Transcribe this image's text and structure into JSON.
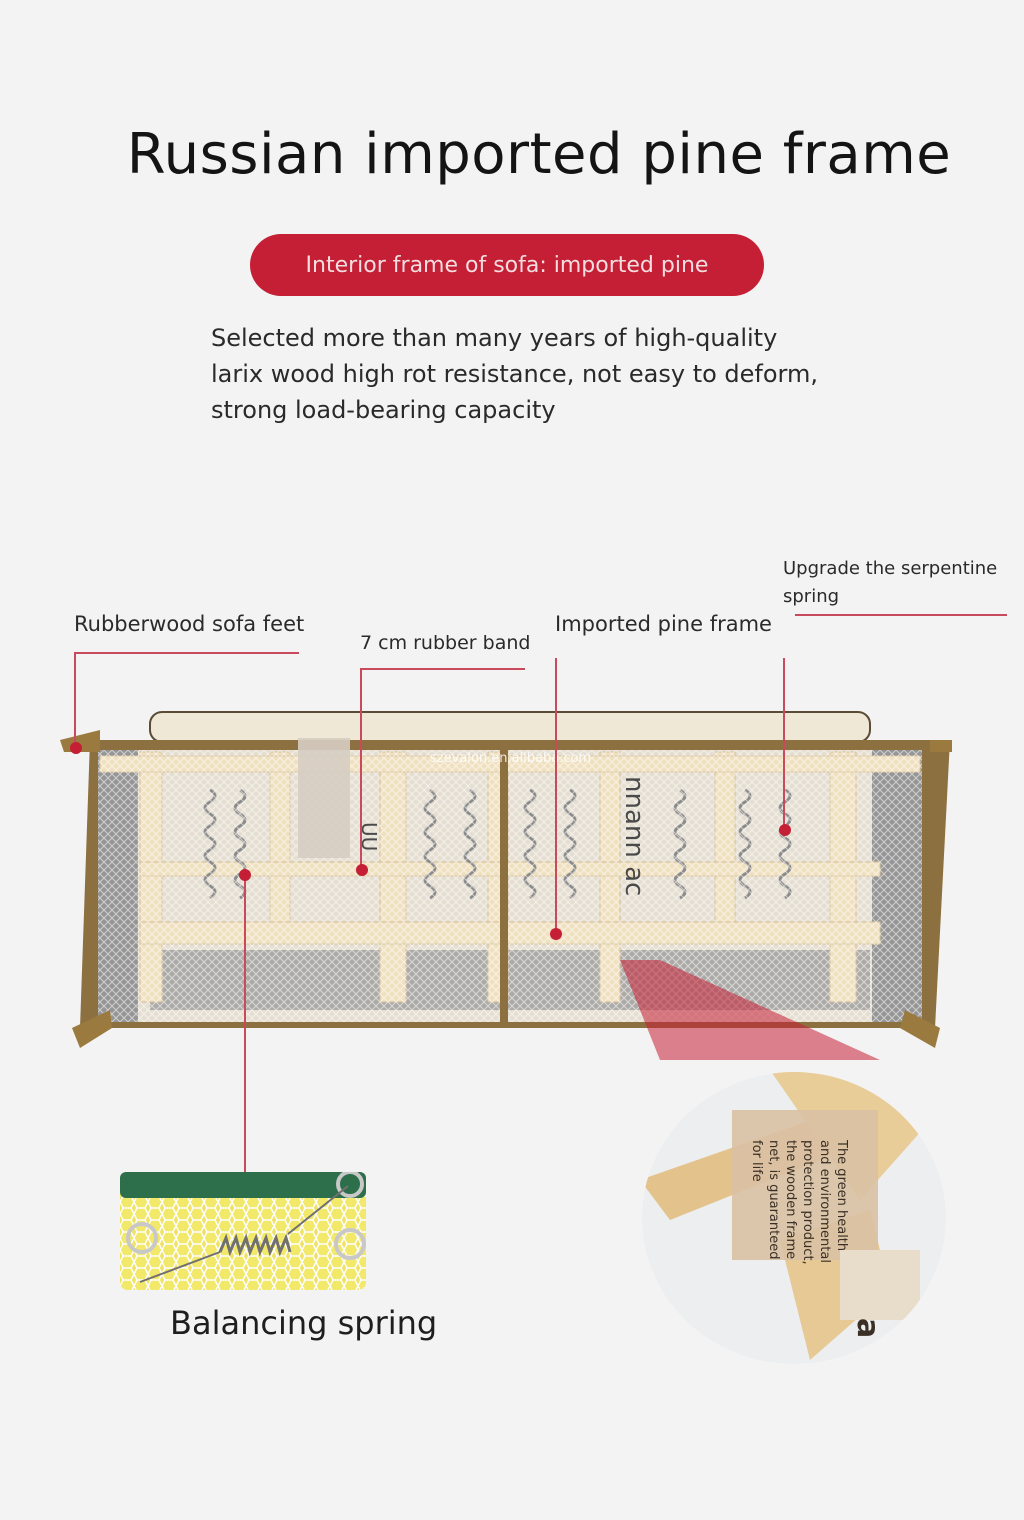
{
  "title": "Russian imported pine frame",
  "pill": "Interior frame of sofa: imported pine",
  "description": [
    "Selected more than many years of high-quality",
    "larix wood high rot resistance, not easy to deform,",
    "strong load-bearing capacity"
  ],
  "callouts": {
    "feet": "Rubberwood sofa feet",
    "band": "7 cm rubber band",
    "pine": "Imported pine frame",
    "serpentine": [
      "Upgrade the serpentine",
      "spring"
    ]
  },
  "watermark": "szevalon.en.alibaba.com",
  "frame_text": [
    "nnann ac",
    "UU"
  ],
  "balancing_label": "Balancing spring",
  "zoom_note": [
    "The green health",
    "and environmental",
    "protection product,",
    "the wooden frame",
    "net, is guaranteed",
    "for life"
  ],
  "colors": {
    "accent": "#c41f35",
    "background": "#f3f3f3",
    "wood": "#e6cfa3",
    "gold": "#9a7a3e"
  }
}
